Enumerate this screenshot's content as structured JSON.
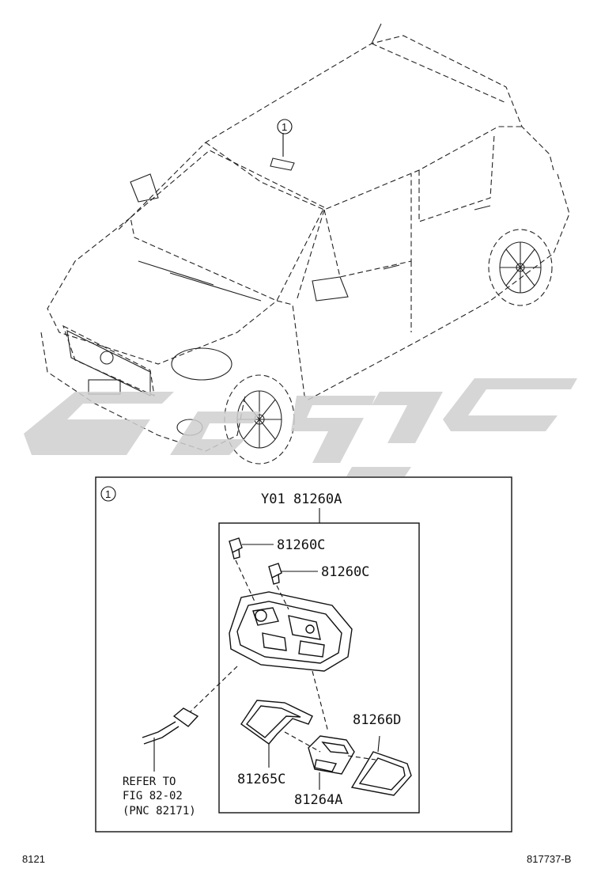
{
  "diagram": {
    "callout_top": "1",
    "callout_box": "1",
    "assembly_part": "Y01 81260A",
    "parts": {
      "p81260c_1": "81260C",
      "p81260c_2": "81260C",
      "p81266d": "81266D",
      "p81265c": "81265C",
      "p81264a": "81264A"
    },
    "reference_note": {
      "line1": "REFER TO",
      "line2": "FIG 82-02",
      "line3": "(PNC 82171)"
    }
  },
  "footer": {
    "left_code": "8121",
    "right_code": "817737-B"
  },
  "colors": {
    "line": "#111111",
    "watermark": "#cfcfcf"
  }
}
